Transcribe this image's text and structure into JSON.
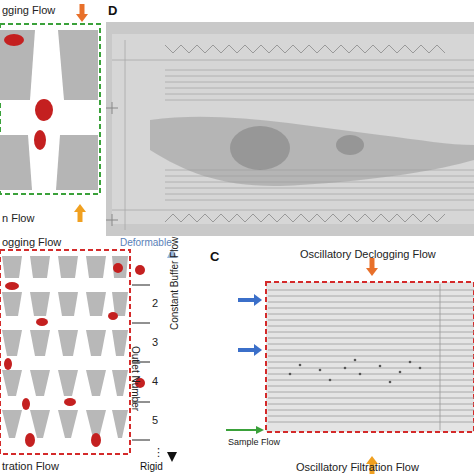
{
  "diagram": {
    "labels": [
      "gging Flow",
      "n Flow",
      "D",
      "ogging Flow",
      "Deformable",
      "Outlet Number",
      "2",
      "3",
      "4",
      "5",
      "⋮",
      "Rigid",
      "tration Flow",
      "C",
      "Oscillatory Declogging Flow",
      "Constant Buffer Flow",
      "Sample Flow",
      "Oscillatory Filtration Flow"
    ]
  }
}
